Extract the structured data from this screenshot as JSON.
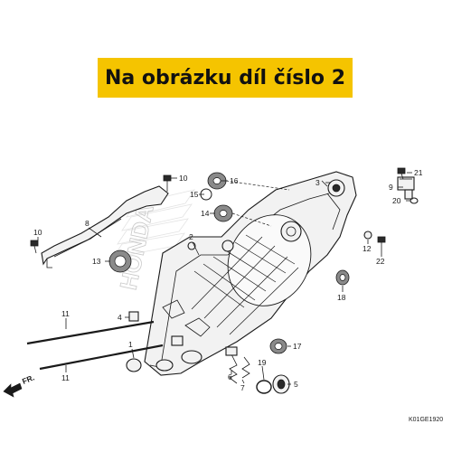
{
  "banner": {
    "text": "Na obrázku díl číslo 2",
    "color": "#f5c400"
  },
  "diagram_code": "K01GE1920",
  "direction_label": "FR.",
  "watermark": "HONDA",
  "callouts": {
    "c1": "1",
    "c2": "2",
    "c3": "3",
    "c4": "4",
    "c5": "5",
    "c6": "6",
    "c7": "7",
    "c8": "8",
    "c9": "9",
    "c10a": "10",
    "c10b": "10",
    "c11a": "11",
    "c11b": "11",
    "c12": "12",
    "c13": "13",
    "c14": "14",
    "c15": "15",
    "c16": "16",
    "c17": "17",
    "c18": "18",
    "c19": "19",
    "c20": "20",
    "c21": "21",
    "c22": "22"
  }
}
